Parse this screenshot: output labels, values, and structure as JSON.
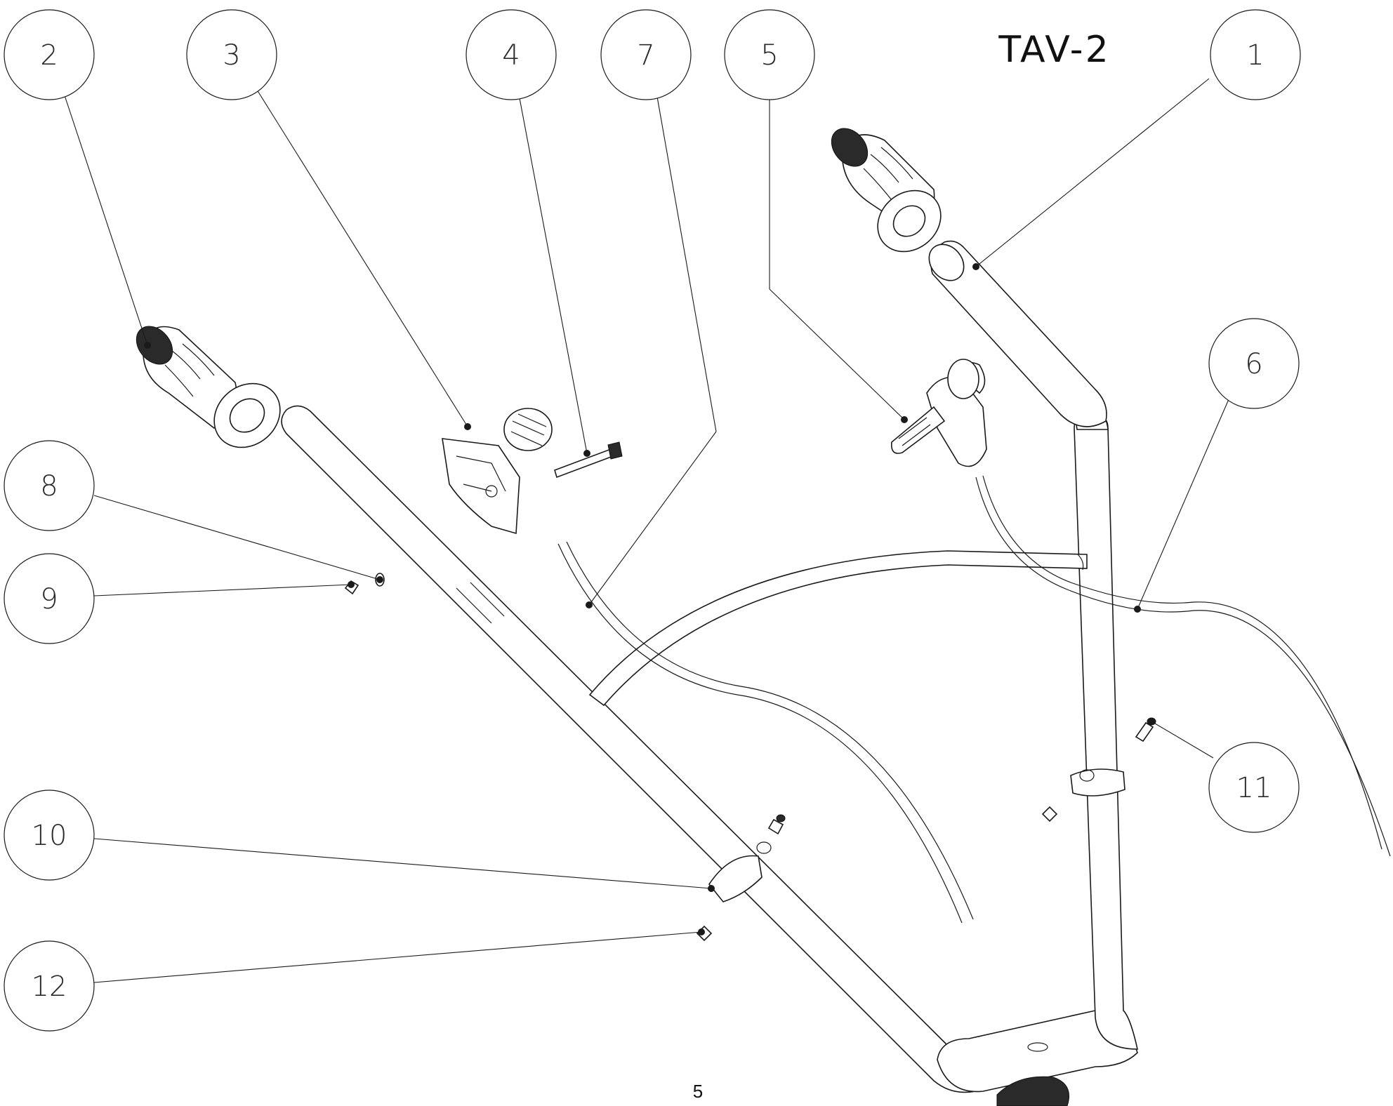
{
  "diagram": {
    "title": "TAV-2",
    "page_number": "5",
    "callouts": [
      {
        "id": "callout-1",
        "label": "1"
      },
      {
        "id": "callout-2",
        "label": "2"
      },
      {
        "id": "callout-3",
        "label": "3"
      },
      {
        "id": "callout-4",
        "label": "4"
      },
      {
        "id": "callout-5",
        "label": "5"
      },
      {
        "id": "callout-6",
        "label": "6"
      },
      {
        "id": "callout-7",
        "label": "7"
      },
      {
        "id": "callout-8",
        "label": "8"
      },
      {
        "id": "callout-9",
        "label": "9"
      },
      {
        "id": "callout-10",
        "label": "10"
      },
      {
        "id": "callout-11",
        "label": "11"
      },
      {
        "id": "callout-12",
        "label": "12"
      }
    ]
  }
}
